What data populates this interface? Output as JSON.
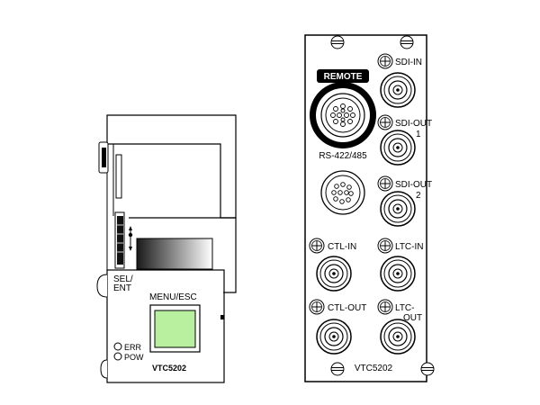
{
  "front_module": {
    "sel_ent_label_1": "SEL/",
    "sel_ent_label_2": "ENT",
    "menu_esc_label": "MENU/ESC",
    "err_label": "ERR",
    "pow_label": "POW",
    "model_label": "VTC5202",
    "menu_button_color": "#b8f0a0",
    "display_gradient": [
      "#1a1a1a",
      "#ffffff"
    ]
  },
  "rear_panel": {
    "remote_label": "REMOTE",
    "rs_label": "RS-422/485",
    "sdi_in_label": "SDI-IN",
    "sdi_out1_label": "SDI-OUT",
    "sdi_out1_num": "1",
    "sdi_out2_label": "SDI-OUT",
    "sdi_out2_num": "2",
    "ctl_in_label": "CTL-IN",
    "ltc_in_label": "LTC-IN",
    "ctl_out_label": "CTL-OUT",
    "ltc_out_label_1": "LTC-",
    "ltc_out_label_2": "OUT",
    "model_label": "VTC5202"
  }
}
